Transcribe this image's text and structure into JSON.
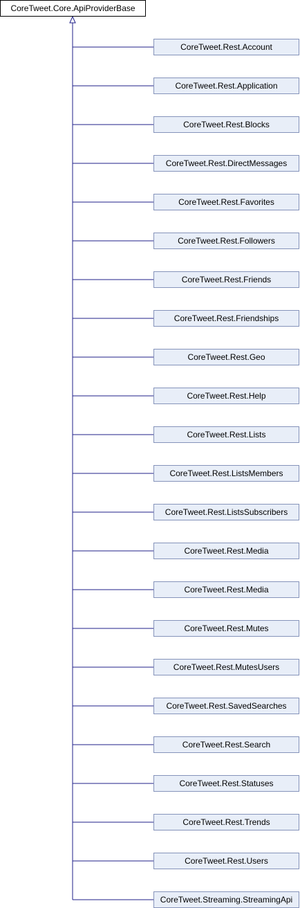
{
  "base_class": {
    "label": "CoreTweet.Core.ApiProviderBase"
  },
  "derived_classes": [
    {
      "label": "CoreTweet.Rest.Account"
    },
    {
      "label": "CoreTweet.Rest.Application"
    },
    {
      "label": "CoreTweet.Rest.Blocks"
    },
    {
      "label": "CoreTweet.Rest.DirectMessages"
    },
    {
      "label": "CoreTweet.Rest.Favorites"
    },
    {
      "label": "CoreTweet.Rest.Followers"
    },
    {
      "label": "CoreTweet.Rest.Friends"
    },
    {
      "label": "CoreTweet.Rest.Friendships"
    },
    {
      "label": "CoreTweet.Rest.Geo"
    },
    {
      "label": "CoreTweet.Rest.Help"
    },
    {
      "label": "CoreTweet.Rest.Lists"
    },
    {
      "label": "CoreTweet.Rest.ListsMembers"
    },
    {
      "label": "CoreTweet.Rest.ListsSubscribers"
    },
    {
      "label": "CoreTweet.Rest.Media"
    },
    {
      "label": "CoreTweet.Rest.Media"
    },
    {
      "label": "CoreTweet.Rest.Mutes"
    },
    {
      "label": "CoreTweet.Rest.MutesUsers"
    },
    {
      "label": "CoreTweet.Rest.SavedSearches"
    },
    {
      "label": "CoreTweet.Rest.Search"
    },
    {
      "label": "CoreTweet.Rest.Statuses"
    },
    {
      "label": "CoreTweet.Rest.Trends"
    },
    {
      "label": "CoreTweet.Rest.Users"
    },
    {
      "label": "CoreTweet.Streaming.StreamingApi"
    }
  ],
  "colors": {
    "edge": "#1f1f8a",
    "child_fill": "#e8eef8",
    "child_border": "#8593ba",
    "base_border": "#000000"
  }
}
